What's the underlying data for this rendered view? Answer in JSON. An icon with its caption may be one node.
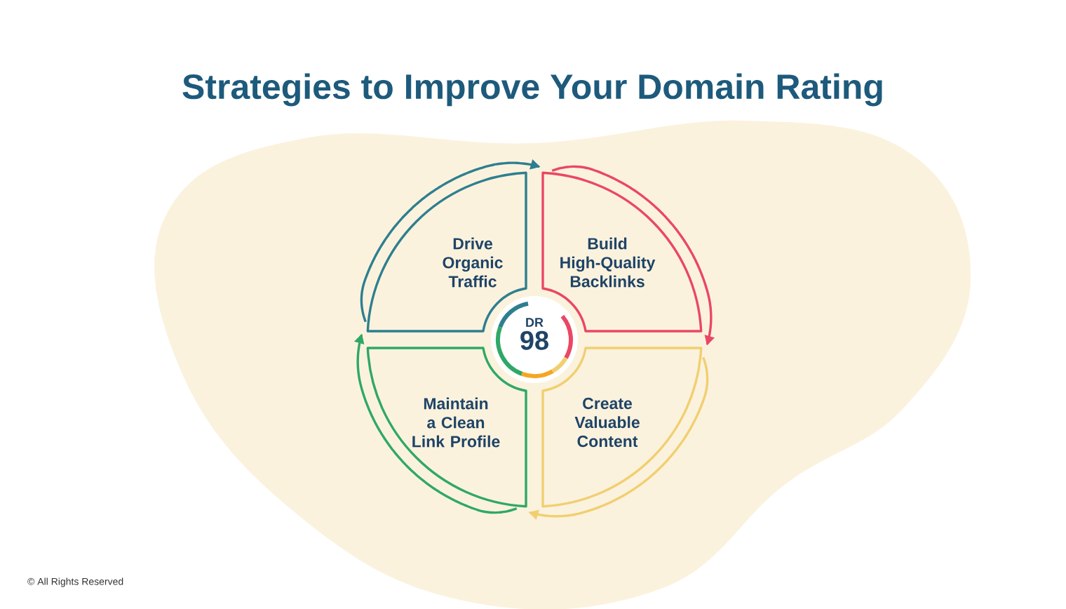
{
  "diagram": {
    "title": "Strategies to Improve Your Domain Rating",
    "nodes": [
      {
        "text": [
          "Drive Organic Traffic"
        ]
      },
      {
        "text": [
          "Build High-Quality Backlinks"
        ]
      },
      {
        "text": [
          "Create Valuable Content"
        ]
      },
      {
        "text": [
          "Maintain a Clean Link Profile"
        ]
      },
      {
        "text": [
          "DR",
          "98"
        ]
      }
    ],
    "edges": [
      {
        "from": 0,
        "to": 1,
        "arrow": "to",
        "color": "#2e7f8f"
      },
      {
        "from": 1,
        "to": 2,
        "arrow": "to",
        "color": "#ea4763"
      },
      {
        "from": 2,
        "to": 3,
        "arrow": "to",
        "color": "#f1cf70"
      },
      {
        "from": 3,
        "to": 0,
        "arrow": "to",
        "color": "#2fa866"
      }
    ],
    "labels": [
      "© All Rights Reserved"
    ]
  }
}
